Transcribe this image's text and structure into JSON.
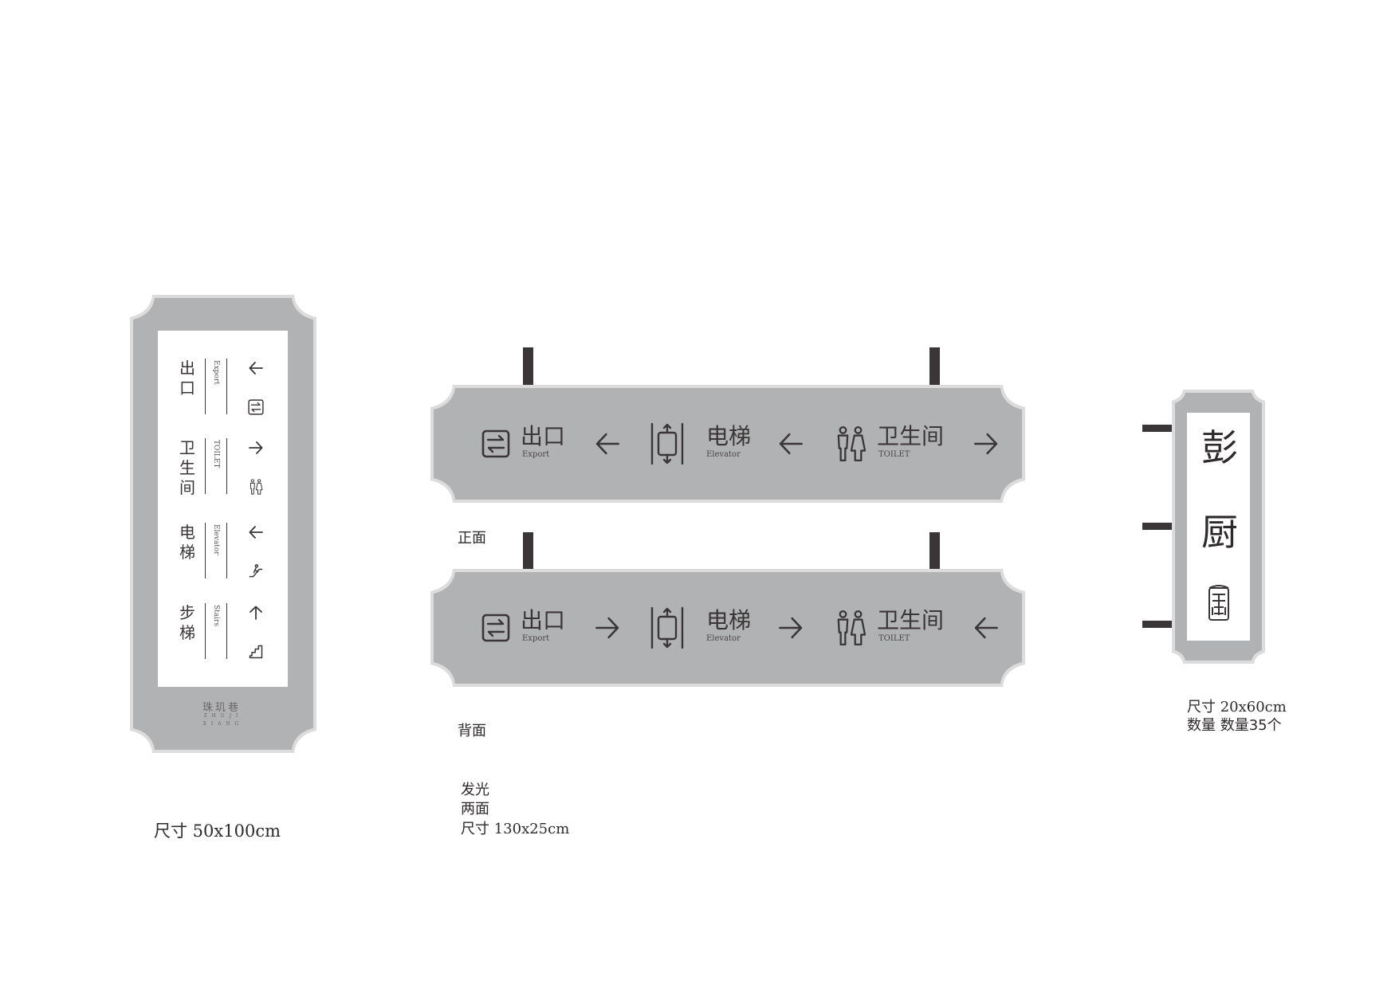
{
  "colors": {
    "frame": "#b1b2b3",
    "frame_edge": "#dcdcdc",
    "panel": "#ffffff",
    "ink": "#3a3536",
    "pole": "#3a3536"
  },
  "vertical_sign": {
    "rows": [
      {
        "cn": "出口",
        "en": "Export",
        "arrow": "arrow-left-icon",
        "symbol": "exit-icon"
      },
      {
        "cn": "卫生间",
        "en": "TOILET",
        "arrow": "arrow-right-icon",
        "symbol": "toilet-icon"
      },
      {
        "cn": "电梯",
        "en": "Elevator",
        "arrow": "arrow-left-icon",
        "symbol": "escalator-icon"
      },
      {
        "cn": "步梯",
        "en": "Stairs",
        "arrow": "arrow-up-icon",
        "symbol": "stairs-icon"
      }
    ],
    "brand_cn": "珠玑巷",
    "brand_en_1": "Z H U J I",
    "brand_en_2": "X I A N G",
    "size_label": "尺寸 50x100cm"
  },
  "front_sign": {
    "label": "正面",
    "items": [
      {
        "cn": "出口",
        "en": "Export",
        "arrow": "arrow-left-icon"
      },
      {
        "cn": "电梯",
        "en": "Elevator",
        "arrow": "arrow-left-icon"
      },
      {
        "cn": "卫生间",
        "en": "TOILET",
        "arrow": "arrow-right-icon"
      }
    ]
  },
  "back_sign": {
    "label": "背面",
    "items": [
      {
        "cn": "出口",
        "en": "Export",
        "arrow": "arrow-right-icon"
      },
      {
        "cn": "电梯",
        "en": "Elevator",
        "arrow": "arrow-right-icon"
      },
      {
        "cn": "卫生间",
        "en": "TOILET",
        "arrow": "arrow-left-icon"
      }
    ]
  },
  "hanging_notes": {
    "line1": "发光",
    "line2": "两面",
    "line3": "尺寸 130x25cm"
  },
  "blade_sign": {
    "char1": "彭",
    "char2": "厨",
    "seal": "seal-logo-icon",
    "size_label": "尺寸 20x60cm",
    "qty_label": "数量 数量35个"
  }
}
